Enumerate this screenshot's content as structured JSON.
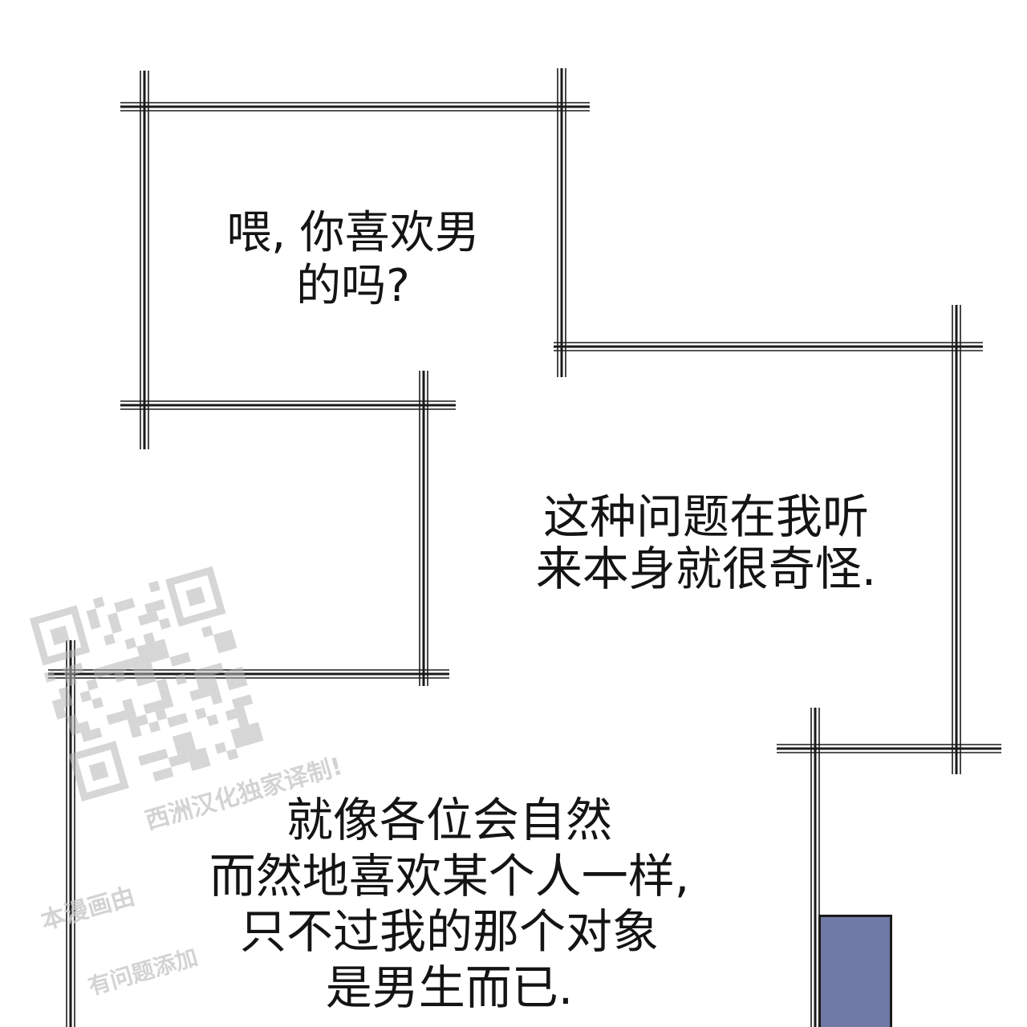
{
  "captions": {
    "first": [
      "喂, 你喜欢男",
      "的吗?"
    ],
    "second": [
      "这种问题在我听",
      "来本身就很奇怪."
    ],
    "third": [
      "就像各位会自然",
      "而然地喜欢某个人一样,",
      "只不过我的那个对象",
      "是男生而已."
    ]
  },
  "watermark": {
    "line1": "西洲汉化独家译制!",
    "line2": "本漫画由",
    "line3": "有问题添加"
  },
  "colors": {
    "ink": "#141414",
    "watermark": "#c9c9c9",
    "panel_fill": "#6f7aa6"
  }
}
